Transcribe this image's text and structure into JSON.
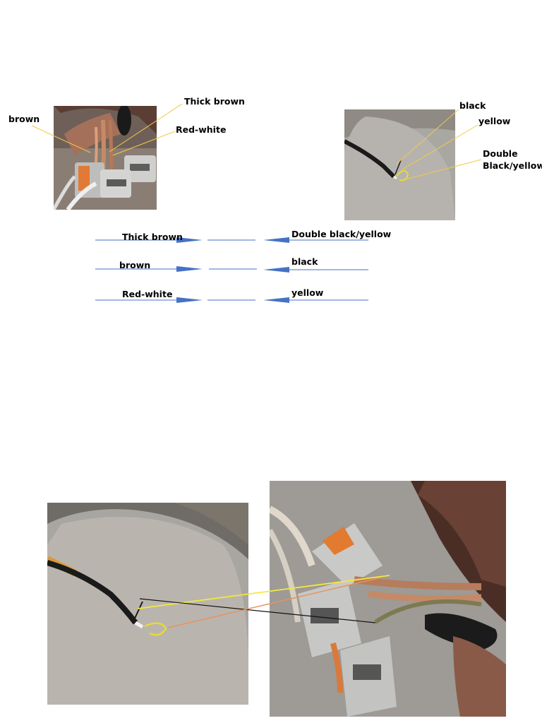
{
  "top_left_photo": {
    "labels": {
      "brown": "brown",
      "thick_brown": "Thick brown",
      "red_white": "Red-white"
    }
  },
  "top_right_photo": {
    "labels": {
      "black": "black",
      "yellow": "yellow",
      "double_line1": "Double",
      "double_line2": "Black/yellow"
    }
  },
  "wiring_map": {
    "rows": [
      {
        "left": "Thick brown",
        "right": "Double black/yellow"
      },
      {
        "left": "brown",
        "right": "black"
      },
      {
        "left": "Red-white",
        "right": "yellow"
      }
    ],
    "arrow_color": "#4472c4"
  },
  "colors": {
    "callout_line": "#f2c94c",
    "wire_yellow": "#f5e93a",
    "wire_black": "#111111",
    "wire_orange": "#e8925a"
  }
}
